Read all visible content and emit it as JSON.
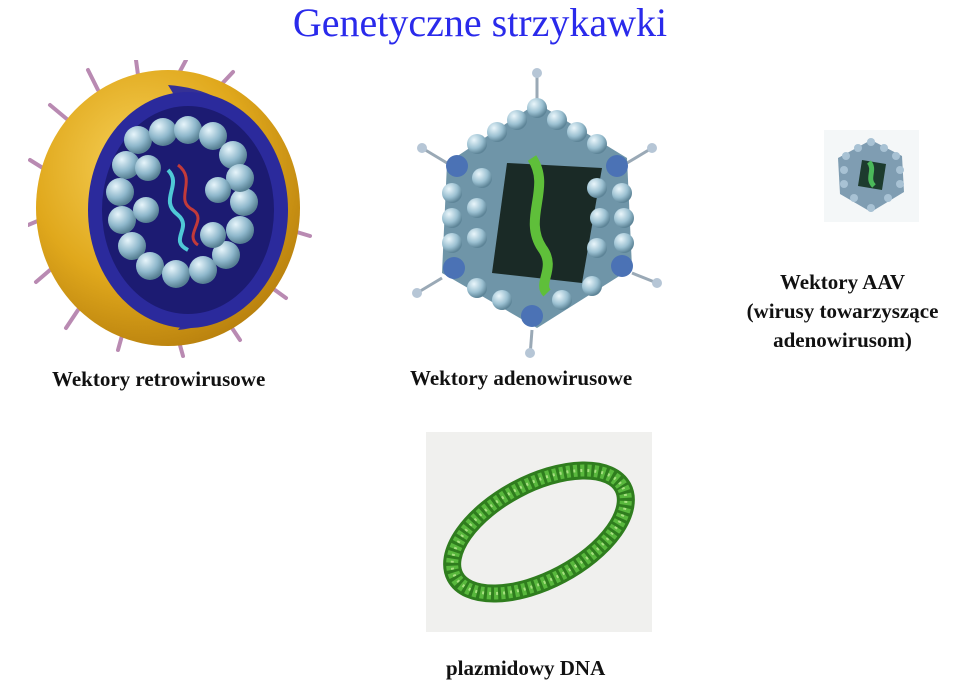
{
  "title": "Genetyczne strzykawki",
  "captions": {
    "retro": "Wektory retrowirusowe",
    "adeno": "Wektory adenowirusowe",
    "aav_line1": "Wektory AAV",
    "aav_line2": "(wirusy towarzyszące",
    "aav_line3": "adenowirusom)",
    "plasmid": "plazmidowy DNA"
  },
  "colors": {
    "title": "#2a2aeb",
    "retro_envelope": "#e0a81c",
    "retro_inner": "#2b2a9c",
    "capsomer": "#8fb8cc",
    "plasmid_green": "#3a9a2a"
  }
}
